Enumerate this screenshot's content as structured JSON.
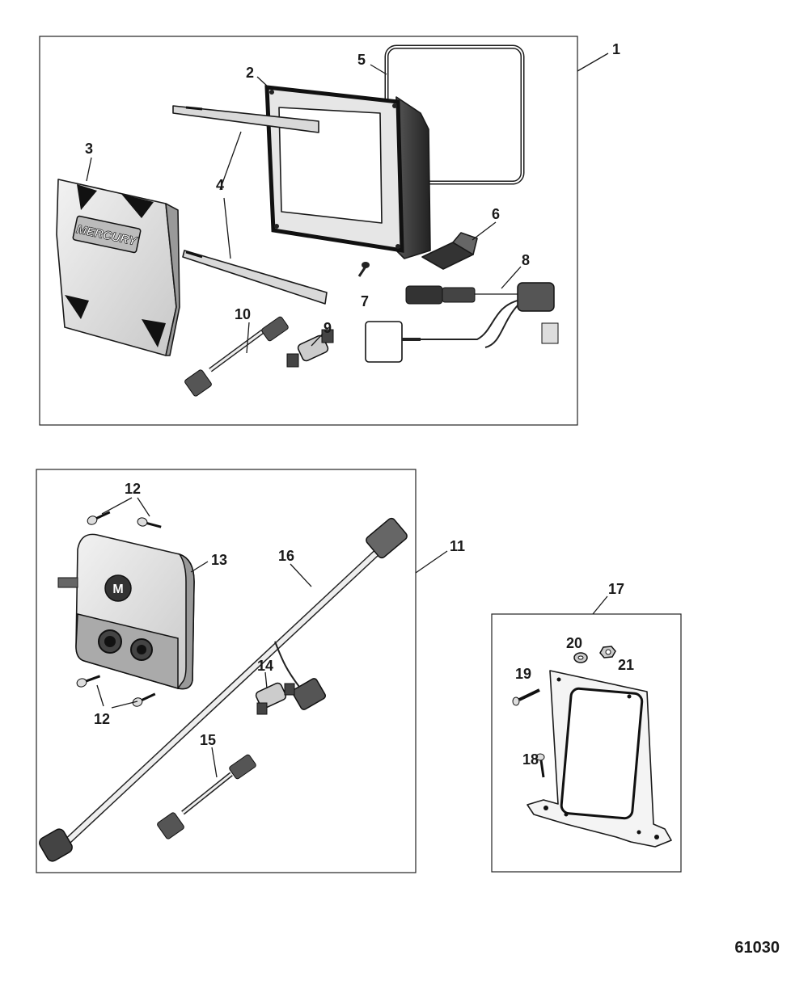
{
  "figure_id": "61030",
  "brand_logo_text": "MERCURY",
  "callouts": {
    "c1": "1",
    "c2": "2",
    "c3": "3",
    "c4a": "4",
    "c5": "5",
    "c6": "6",
    "c7": "7",
    "c8": "8",
    "c9": "9",
    "c10": "10",
    "c11": "11",
    "c12a": "12",
    "c12b": "12",
    "c13": "13",
    "c14": "14",
    "c15": "15",
    "c16": "16",
    "c17": "17",
    "c18": "18",
    "c19": "19",
    "c20": "20",
    "c21": "21"
  }
}
